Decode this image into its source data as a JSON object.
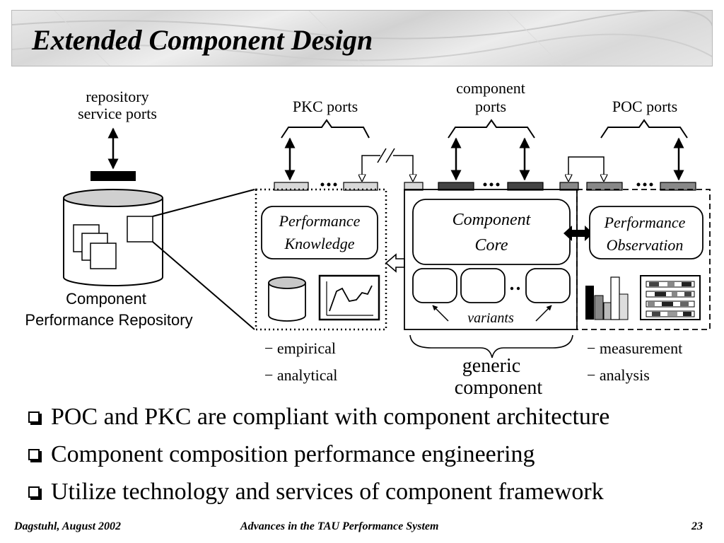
{
  "slide": {
    "title": "Extended Component Design"
  },
  "diagram": {
    "repository_service_ports": [
      "repository",
      "service ports"
    ],
    "repository_caption": [
      "Component",
      "Performance Repository"
    ],
    "pkc_ports": "PKC ports",
    "component_ports": [
      "component",
      "ports"
    ],
    "poc_ports": "POC ports",
    "performance_knowledge": [
      "Performance",
      "Knowledge"
    ],
    "component_core": [
      "Component",
      "Core"
    ],
    "performance_observation": [
      "Performance",
      "Observation"
    ],
    "variants": "variants",
    "generic_component": [
      "generic",
      "component"
    ],
    "knowledge_list": [
      "− empirical",
      "− analytical"
    ],
    "observation_list": [
      "− measurement",
      "− analysis"
    ]
  },
  "bullets": [
    "POC and PKC are compliant with component architecture",
    "Component composition performance engineering",
    "Utilize technology and services of component framework"
  ],
  "footer": {
    "left": "Dagstuhl, August 2002",
    "center": "Advances in the TAU Performance System",
    "page_number": "23"
  }
}
